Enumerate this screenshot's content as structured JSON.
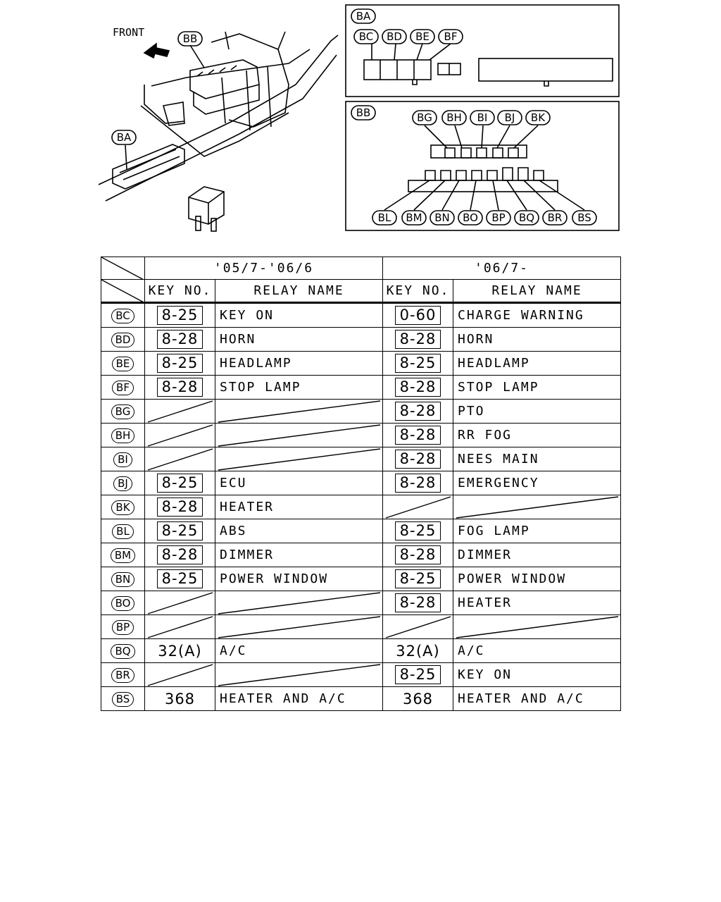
{
  "diagram": {
    "front_label": "FRONT",
    "callouts": {
      "ba": "BA",
      "bb": "BB"
    },
    "ba_box": {
      "title": "BA",
      "connectors": [
        "BC",
        "BD",
        "BE",
        "BF"
      ]
    },
    "bb_box": {
      "title": "BB",
      "top_connectors": [
        "BG",
        "BH",
        "BI",
        "BJ",
        "BK"
      ],
      "bottom_connectors": [
        "BL",
        "BM",
        "BN",
        "BO",
        "BP",
        "BQ",
        "BR",
        "BS"
      ]
    }
  },
  "table": {
    "period_1": "'05/7-'06/6",
    "period_2": "'06/7-",
    "key_no_label": "KEY NO.",
    "relay_name_label": "RELAY NAME",
    "rows": [
      {
        "conn": "BC",
        "k1": "8-25",
        "n1": "KEY ON",
        "k2": "0-60",
        "n2": "CHARGE WARNING"
      },
      {
        "conn": "BD",
        "k1": "8-28",
        "n1": "HORN",
        "k2": "8-28",
        "n2": "HORN"
      },
      {
        "conn": "BE",
        "k1": "8-25",
        "n1": "HEADLAMP",
        "k2": "8-25",
        "n2": "HEADLAMP"
      },
      {
        "conn": "BF",
        "k1": "8-28",
        "n1": "STOP LAMP",
        "k2": "8-28",
        "n2": "STOP LAMP"
      },
      {
        "conn": "BG",
        "k1": "",
        "n1": "",
        "k2": "8-28",
        "n2": "PTO"
      },
      {
        "conn": "BH",
        "k1": "",
        "n1": "",
        "k2": "8-28",
        "n2": "RR FOG"
      },
      {
        "conn": "BI",
        "k1": "",
        "n1": "",
        "k2": "8-28",
        "n2": "NEES MAIN"
      },
      {
        "conn": "BJ",
        "k1": "8-25",
        "n1": "ECU",
        "k2": "8-28",
        "n2": "EMERGENCY"
      },
      {
        "conn": "BK",
        "k1": "8-28",
        "n1": "HEATER",
        "k2": "",
        "n2": ""
      },
      {
        "conn": "BL",
        "k1": "8-25",
        "n1": "ABS",
        "k2": "8-25",
        "n2": "FOG LAMP"
      },
      {
        "conn": "BM",
        "k1": "8-28",
        "n1": "DIMMER",
        "k2": "8-28",
        "n2": "DIMMER"
      },
      {
        "conn": "BN",
        "k1": "8-25",
        "n1": "POWER WINDOW",
        "k2": "8-25",
        "n2": "POWER WINDOW"
      },
      {
        "conn": "BO",
        "k1": "",
        "n1": "",
        "k2": "8-28",
        "n2": "HEATER"
      },
      {
        "conn": "BP",
        "k1": "",
        "n1": "",
        "k2": "",
        "n2": ""
      },
      {
        "conn": "BQ",
        "k1": "32(A)",
        "n1": "A/C",
        "k2": "32(A)",
        "n2": "A/C",
        "plain": true
      },
      {
        "conn": "BR",
        "k1": "",
        "n1": "",
        "k2": "8-25",
        "n2": "KEY ON"
      },
      {
        "conn": "BS",
        "k1": "368",
        "n1": "HEATER AND A/C",
        "k2": "368",
        "n2": "HEATER AND A/C",
        "plain": true
      }
    ]
  }
}
